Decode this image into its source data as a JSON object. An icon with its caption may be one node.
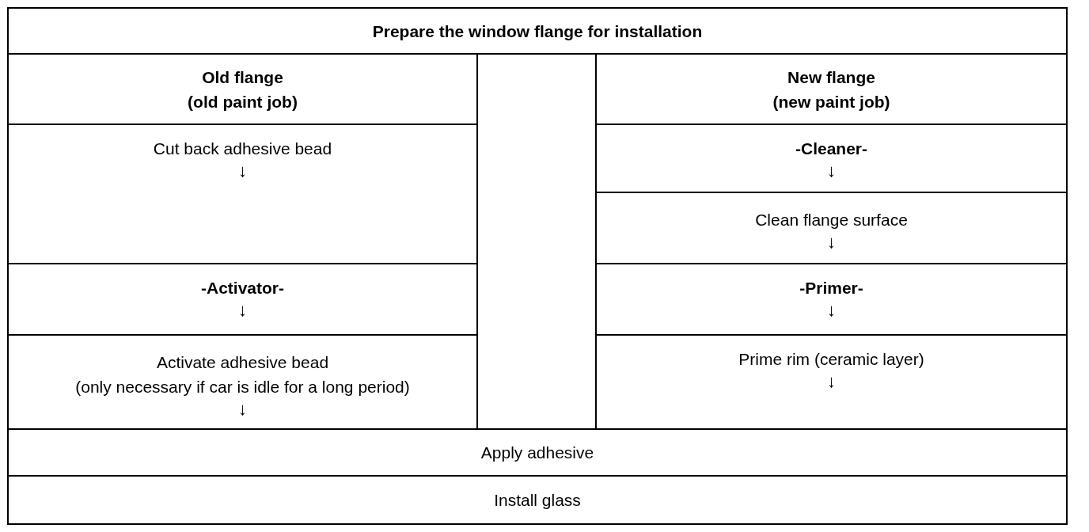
{
  "diagram": {
    "nodes": [
      {
        "text": [
          "Prepare the window flange for installation"
        ]
      },
      {
        "text": [
          "Old flange (old paint job)"
        ]
      },
      {
        "text": [],
        "shape": "box"
      },
      {
        "text": [
          "New flange (new paint job)"
        ]
      },
      {
        "text": [
          "Cut back adhesive bead",
          "↓"
        ]
      },
      {
        "text": [
          "-Cleaner-",
          "↓"
        ]
      },
      {
        "text": [
          "Clean flange surface",
          "↓"
        ]
      },
      {
        "text": [
          "-Activator-",
          "↓"
        ]
      },
      {
        "text": [
          "-Primer-",
          "↓"
        ]
      },
      {
        "text": [
          "Activate adhesive bead (only necessary if car is idle for a long period)",
          "↓"
        ]
      },
      {
        "text": [
          "Prime rim (ceramic layer)",
          "↓"
        ]
      },
      {
        "text": [
          "Apply adhesive"
        ]
      },
      {
        "text": [
          "Install glass"
        ]
      }
    ]
  }
}
